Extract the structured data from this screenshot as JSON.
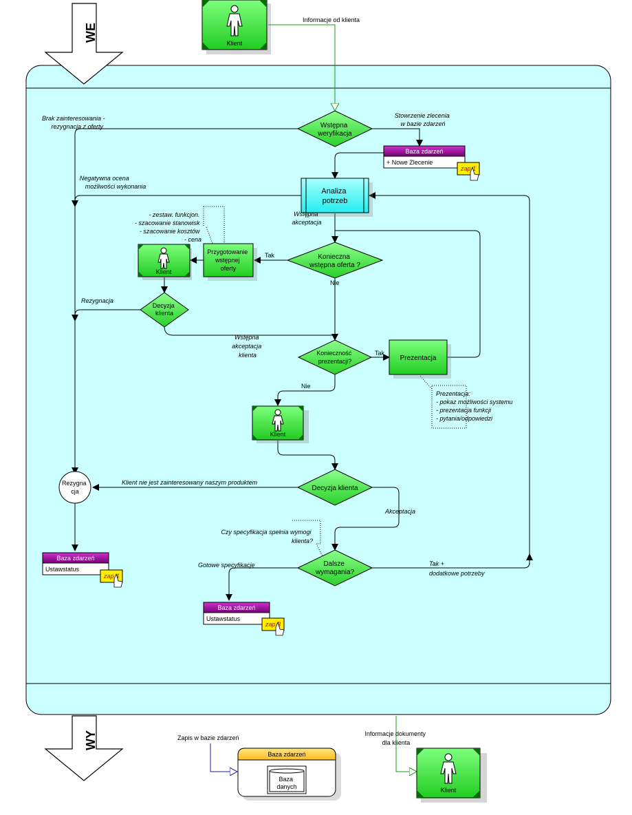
{
  "io": {
    "input": "WE",
    "output": "WY"
  },
  "actors": {
    "client_top": "Klient",
    "client_left": "Klient",
    "client_mid": "Klient",
    "client_bottom": "Klient"
  },
  "decisions": {
    "verify": [
      "Wstępna",
      "weryfikacja"
    ],
    "offer": [
      "Konieczna",
      "wstępna oferta ?"
    ],
    "client_decision_small": [
      "Decyzja",
      "klienta"
    ],
    "presentation": [
      "Konieczność",
      "prezentacji?"
    ],
    "client_decision": [
      "Decyzja klienta"
    ],
    "more_requirements": [
      "Dalsze",
      "wymagania?"
    ]
  },
  "processes": {
    "analysis": [
      "Analiza",
      "potrzeb"
    ],
    "prepare_offer": [
      "Przygotowanie",
      "wstępnej",
      "oferty"
    ],
    "presentation": [
      "Prezentacja"
    ]
  },
  "terminal": {
    "resignation": [
      "Rezygna",
      "cja"
    ]
  },
  "events": {
    "new_order": {
      "title": "Baza zdarzeń",
      "attr": "+ Nowe Zlecenie",
      "tag": "zap 1"
    },
    "status4": {
      "title": "Baza zdarzeń",
      "attr": "Ustawstatus",
      "tag": "zap 4"
    },
    "status3": {
      "title": "Baza zdarzeń",
      "attr": "Ustawstatus",
      "tag": "zap 3"
    }
  },
  "database": {
    "title": "Baza zdarzeń",
    "inner": [
      "Baza",
      "danych"
    ]
  },
  "labels": {
    "info_from_client": [
      "Informacje od klienta"
    ],
    "no_interest": [
      "Brak zainteresowania -",
      "rezygnacja z oferty"
    ],
    "create_order": [
      "Stowrzenie zlecenia",
      "w bazie zdarzeń"
    ],
    "negative": [
      "Negatywna ocena",
      "możliwości wykonania"
    ],
    "prelim_accept": [
      "Wstępna",
      "akceptacja"
    ],
    "offer_items": [
      "- zestaw. funkcjon.",
      "- szacowanie stanowisk",
      "- szacowanie kosztów",
      "- cena"
    ],
    "tak1": [
      "Tak"
    ],
    "nie1": [
      "Nie"
    ],
    "resignation": [
      "Rezygnacja"
    ],
    "prelim_accept_client": [
      "Wstępna",
      "akceptacja",
      "klienta"
    ],
    "tak2": [
      "Tak"
    ],
    "nie2": [
      "Nie"
    ],
    "presentation_note": [
      "Prezentacja:",
      "- pokaz możliwości systemu",
      "- prezentacja funkcji",
      "- pytania/odpowiedzi"
    ],
    "not_interested": [
      "Klient nie jest zainteresowany naszym produktem"
    ],
    "acceptance": [
      "Akceptacja"
    ],
    "spec_question": [
      "Czy specyfikacja spełnia wymogi",
      "klienta?"
    ],
    "ready_spec": [
      "Gotowe specyfikacje"
    ],
    "yes_plus": [
      "Tak   +",
      "dodatkowe potrzeby"
    ],
    "save_event": [
      "Zapis w bazie zdarzeń"
    ],
    "info_docs": [
      "Informacje dokumenty",
      "dla klienta"
    ]
  },
  "colors": {
    "pool": "#ccffff",
    "green": "#33dd33",
    "cyan": "#33ffff",
    "purple": "#990099",
    "yellow": "#ffee00",
    "db_header": "#ffcc33"
  }
}
